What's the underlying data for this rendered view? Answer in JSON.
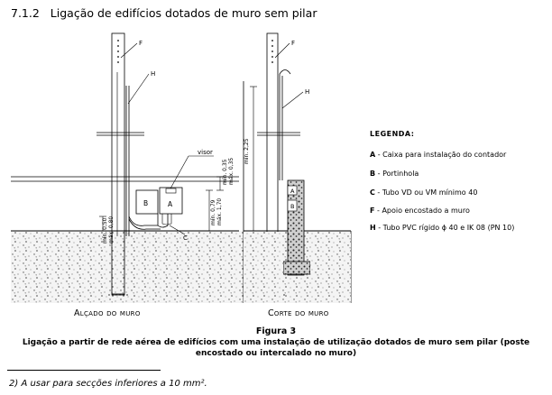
{
  "heading": {
    "number": "7.1.2",
    "title": "Ligação de edifícios dotados de muro sem pilar"
  },
  "drawing": {
    "labels": {
      "F": "F",
      "H": "H",
      "A": "A",
      "B": "B",
      "C": "C",
      "visor": "visor",
      "dim_min_035": "mín. 0,35",
      "dim_min_050": "mín. 0,50",
      "dim_max_080": "máx. 0,80",
      "dim_min_079": "mín. 0,79",
      "dim_max_170": "máx. 1,70",
      "dim_min_225": "mín. 2,25"
    },
    "view_left": "Alçado do muro",
    "view_right": "Corte do muro"
  },
  "legend": {
    "title": "LEGENDA:",
    "items": [
      {
        "key": "A",
        "text": " - Caixa para instalação do contador"
      },
      {
        "key": "B",
        "text": " - Portinhola"
      },
      {
        "key": "C",
        "text": " - Tubo VD ou VM mínimo 40"
      },
      {
        "key": "F",
        "text": " - Apoio encostado a muro"
      },
      {
        "key": "H",
        "text": " - Tubo PVC rígido ϕ 40 e IK 08 (PN 10)"
      }
    ]
  },
  "caption": {
    "figure": "Figura 3",
    "line1": "Ligação a partir de rede aérea de edifícios com uma instalação de utilização dotados de muro sem pilar (poste",
    "line2": "encostado ou intercalado no muro)"
  },
  "footnote": "2)  A usar para secções inferiores a 10 mm²."
}
